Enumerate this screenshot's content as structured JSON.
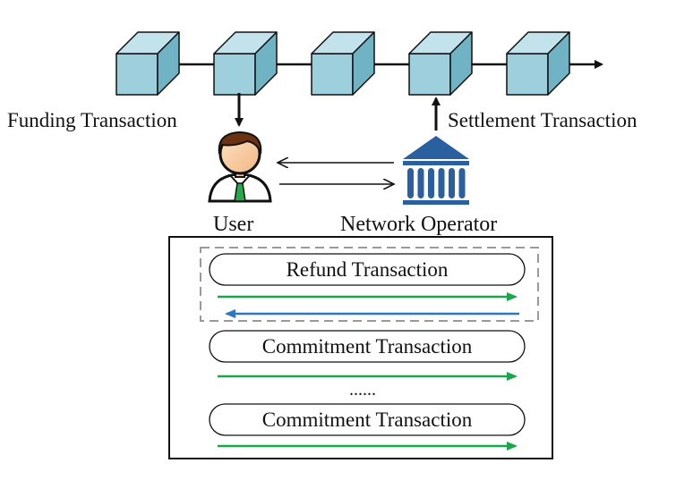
{
  "labels": {
    "funding": "Funding Transaction",
    "settlement": "Settlement Transaction",
    "user": "User",
    "operator": "Network Operator",
    "ellipsis": "......"
  },
  "transactions": [
    {
      "label": "Refund Transaction"
    },
    {
      "label": "Commitment Transaction"
    },
    {
      "label": "Commitment Transaction"
    }
  ],
  "blocks_count": 5,
  "colors": {
    "block_front": "#9ecfdc",
    "block_top": "#c3e3ec",
    "block_side": "#6fb3c5",
    "green_arrow": "#1aa64a",
    "blue_arrow": "#2b78c0",
    "bank": "#2a5fa0",
    "stroke": "#111111"
  },
  "icons": {
    "user": "user-icon",
    "operator": "bank-icon"
  }
}
